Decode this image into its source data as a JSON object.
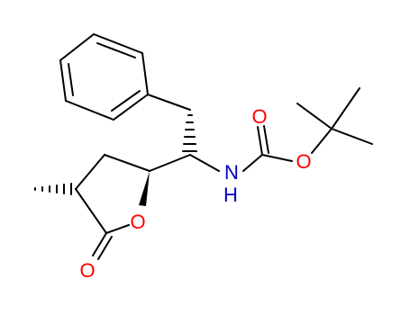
{
  "atoms": {
    "carbamate_carbonyl_o": {
      "text": "O",
      "color": "#ff0000"
    },
    "carbamate_ester_o": {
      "text": "O",
      "color": "#ff0000"
    },
    "ring_o": {
      "text": "O",
      "color": "#ff0000"
    },
    "lactone_carbonyl_o": {
      "text": "O",
      "color": "#ff0000"
    },
    "nh_n": {
      "text": "N",
      "color": "#0000c0"
    },
    "nh_h": {
      "text": "H",
      "color": "#0000c0"
    }
  },
  "colors": {
    "bond": "#000000",
    "oxygen": "#ff0000",
    "nitrogen": "#0000c0",
    "background": "#ffffff"
  }
}
